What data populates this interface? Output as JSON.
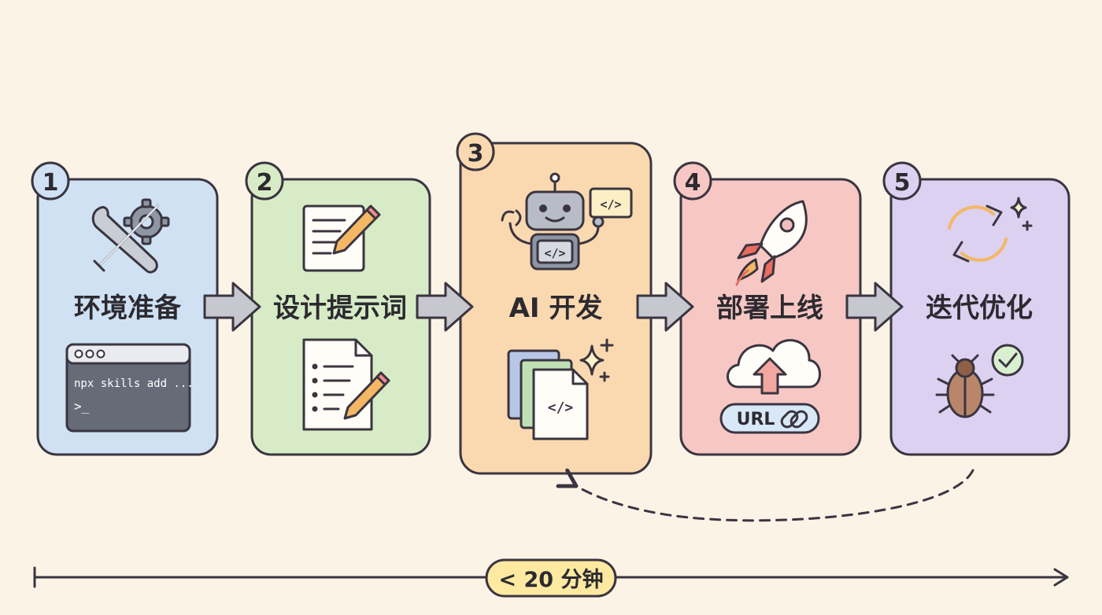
{
  "steps": [
    {
      "number": "1",
      "title": "环境准备",
      "terminal_command": "npx skills add ...",
      "terminal_prompt": ">_"
    },
    {
      "number": "2",
      "title": "设计提示词"
    },
    {
      "number": "3",
      "title": "AI 开发",
      "code_tag": "</>"
    },
    {
      "number": "4",
      "title": "部署上线",
      "url_badge": "URL"
    },
    {
      "number": "5",
      "title": "迭代优化"
    }
  ],
  "timeline": {
    "label": "< 20 分钟"
  },
  "colors": {
    "step1": "#cfe1f3",
    "step2": "#d7ecc6",
    "step3": "#fbd9b0",
    "step4": "#f7c7c4",
    "step5": "#dcd1f0",
    "arrow": "#c6c7cf",
    "badge": "#fde9a0"
  }
}
